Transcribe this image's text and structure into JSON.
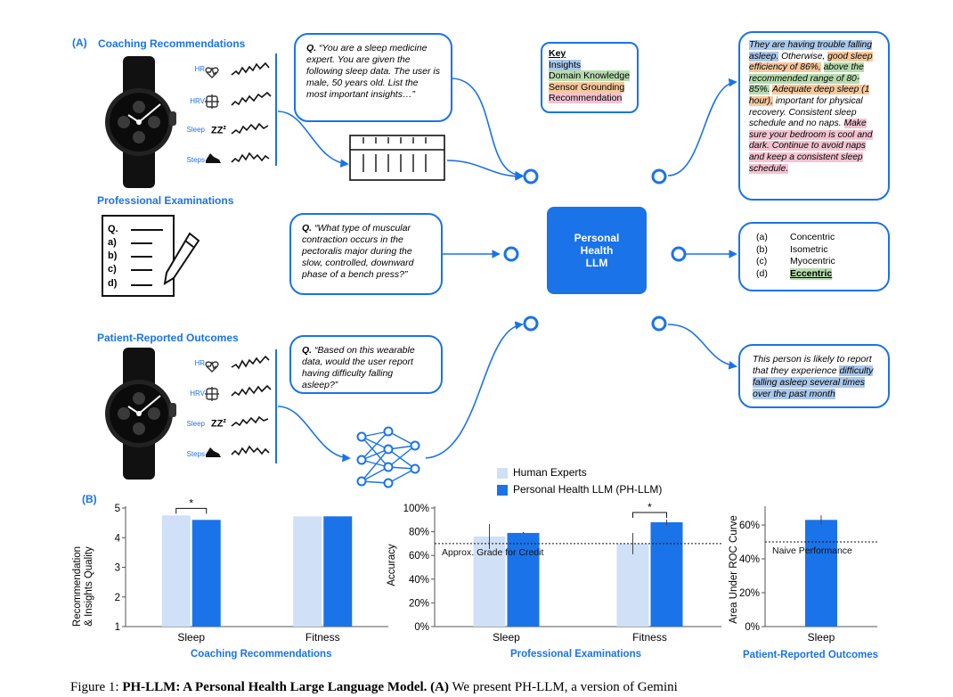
{
  "panel_a": {
    "label": "(A)",
    "sections": {
      "coaching": "Coaching Recommendations",
      "exams": "Professional Examinations",
      "outcomes": "Patient-Reported Outcomes"
    },
    "signals": [
      "HR",
      "HRV",
      "Sleep",
      "Steps"
    ],
    "zzz": "ZZ",
    "zzz_sup": "z",
    "exam_doc": {
      "q": "Q.",
      "options": [
        "a)",
        "b)",
        "c)",
        "d)"
      ]
    },
    "bubbles": {
      "coaching_q": {
        "lead": "Q.",
        "text": "“You are a sleep medicine expert. You are given the following sleep data. The user is male, 50 years old.  List the most important insights…”"
      },
      "exam_q": {
        "lead": "Q.",
        "text": "“What type of muscular contraction occurs in the pectoralis major during the slow, controlled, downward phase of a bench press?”"
      },
      "outcome_q": {
        "lead": "Q.",
        "text": "“Based on this wearable data, would the user report having difficulty falling asleep?”"
      }
    },
    "key": {
      "title": "Key",
      "items": [
        "Insights",
        "Domain Knowledge",
        "Sensor Grounding",
        "Recommendation"
      ]
    },
    "llm_label": [
      "Personal",
      "Health",
      "LLM"
    ],
    "coaching_answer": {
      "s1": "They are having trouble falling asleep.",
      "s2": " Otherwise, ",
      "s3": "good sleep efficiency of 86%,",
      "s4": " ",
      "s5": "above the recommended range of 80-85%.",
      "s6": " ",
      "s7": "Adequate deep sleep (1 hour),",
      "s8": " important for physical recovery. Consistent sleep schedule and no naps.",
      "s9": "Make sure your bedroom is cool and dark. Continue to avoid naps and keep a consistent sleep schedule."
    },
    "exam_answer": {
      "options": [
        {
          "letter": "(a)",
          "text": "Concentric"
        },
        {
          "letter": "(b)",
          "text": "Isometric"
        },
        {
          "letter": "(c)",
          "text": "Myocentric"
        },
        {
          "letter": "(d)",
          "text": "Eccentric"
        }
      ]
    },
    "outcome_answer": {
      "s1": "This person is likely to report that they experience ",
      "s2": "difficulty falling asleep several times over the past month"
    }
  },
  "panel_b": {
    "label": "(B)",
    "legend": [
      "Human Experts",
      "Personal Health LLM (PH-LLM)"
    ],
    "colors": {
      "human": "#cfe0f7",
      "llm": "#1a73e8"
    },
    "significance_mark": "*"
  },
  "chart_data": [
    {
      "type": "bar",
      "title": "Coaching Recommendations",
      "ylabel": "Recommendation & Insights Quality",
      "ylabel_lines": [
        "Recommendation",
        "& Insights Quality"
      ],
      "categories": [
        "Sleep",
        "Fitness"
      ],
      "ylim": [
        1,
        5
      ],
      "yticks": [
        "1",
        "2",
        "3",
        "4",
        "5"
      ],
      "series": [
        {
          "name": "Human Experts",
          "values": [
            4.75,
            4.72
          ]
        },
        {
          "name": "Personal Health LLM (PH-LLM)",
          "values": [
            4.6,
            4.72
          ]
        }
      ],
      "significant": [
        "Sleep"
      ]
    },
    {
      "type": "bar",
      "title": "Professional Examinations",
      "ylabel": "Accuracy",
      "categories": [
        "Sleep",
        "Fitness"
      ],
      "ylim": [
        0,
        100
      ],
      "yticks": [
        "0%",
        "20%",
        "40%",
        "60%",
        "80%",
        "100%"
      ],
      "series": [
        {
          "name": "Human Experts",
          "values": [
            76,
            70
          ]
        },
        {
          "name": "Personal Health LLM (PH-LLM)",
          "values": [
            79,
            88
          ]
        }
      ],
      "reference_line": {
        "value": 70,
        "label": "Approx. Grade for Credit"
      },
      "significant": [
        "Fitness"
      ]
    },
    {
      "type": "bar",
      "title": "Patient-Reported Outcomes",
      "ylabel": "Area Under ROC Curve",
      "categories": [
        "Sleep"
      ],
      "ylim": [
        0,
        70
      ],
      "yticks": [
        "0%",
        "20%",
        "40%",
        "60%"
      ],
      "series": [
        {
          "name": "Personal Health LLM (PH-LLM)",
          "values": [
            63
          ]
        }
      ],
      "reference_line": {
        "value": 50,
        "label": "Naive Performance"
      }
    }
  ],
  "caption": {
    "prefix": "Figure 1: ",
    "bold": "PH-LLM: A Personal Health Large Language Model.",
    "part_label": " (A)",
    "rest": " We present PH-LLM, a version of Gemini"
  }
}
